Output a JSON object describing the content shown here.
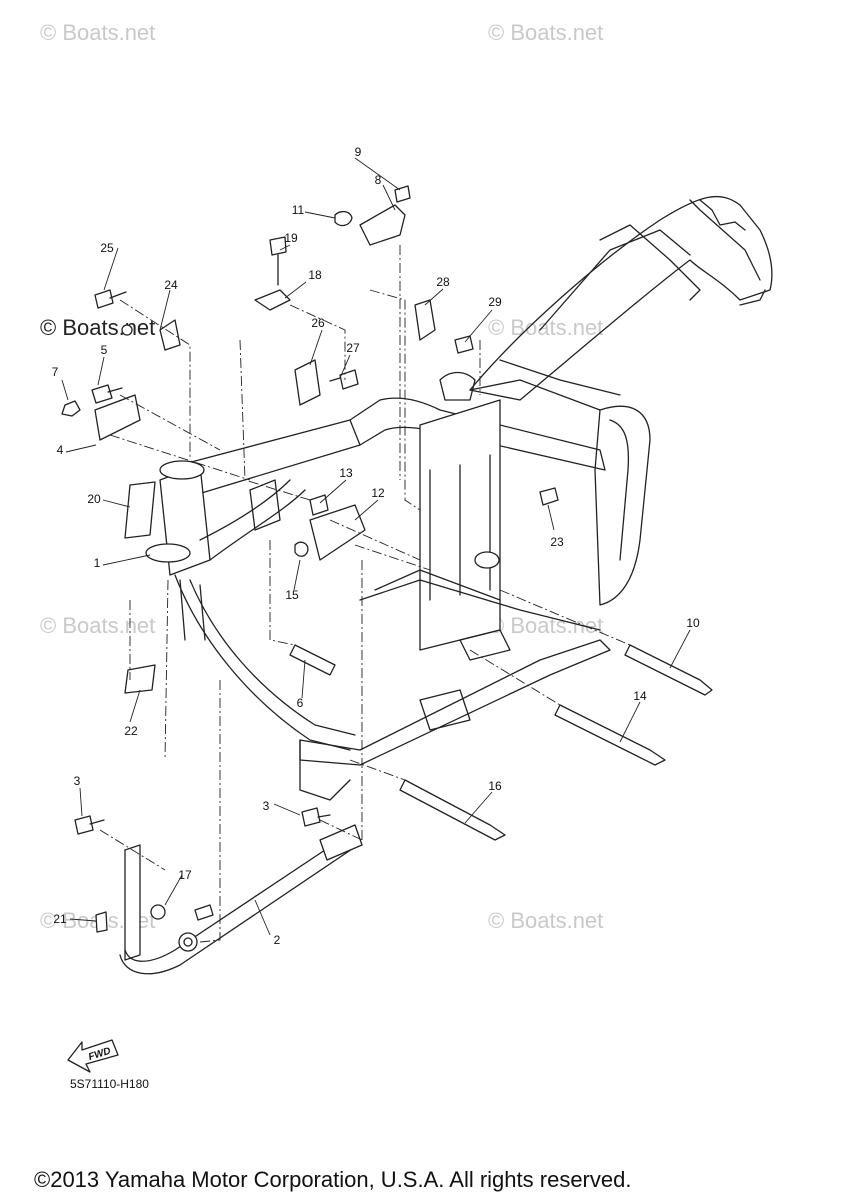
{
  "watermark": "© Boats.net",
  "diagram_code": "5S71110-H180",
  "copyright": "©2013 Yamaha Motor Corporation, U.S.A. All rights reserved.",
  "fwd_label": "FWD",
  "callouts": {
    "c1": "1",
    "c2": "2",
    "c3a": "3",
    "c3b": "3",
    "c4": "4",
    "c5": "5",
    "c6": "6",
    "c7": "7",
    "c8": "8",
    "c9": "9",
    "c10": "10",
    "c11": "11",
    "c12": "12",
    "c13": "13",
    "c14": "14",
    "c15": "15",
    "c16": "16",
    "c17": "17",
    "c18": "18",
    "c19": "19",
    "c20": "20",
    "c21": "21",
    "c22": "22",
    "c23": "23",
    "c24": "24",
    "c25": "25",
    "c26": "26",
    "c27": "27",
    "c28": "28",
    "c29": "29"
  }
}
